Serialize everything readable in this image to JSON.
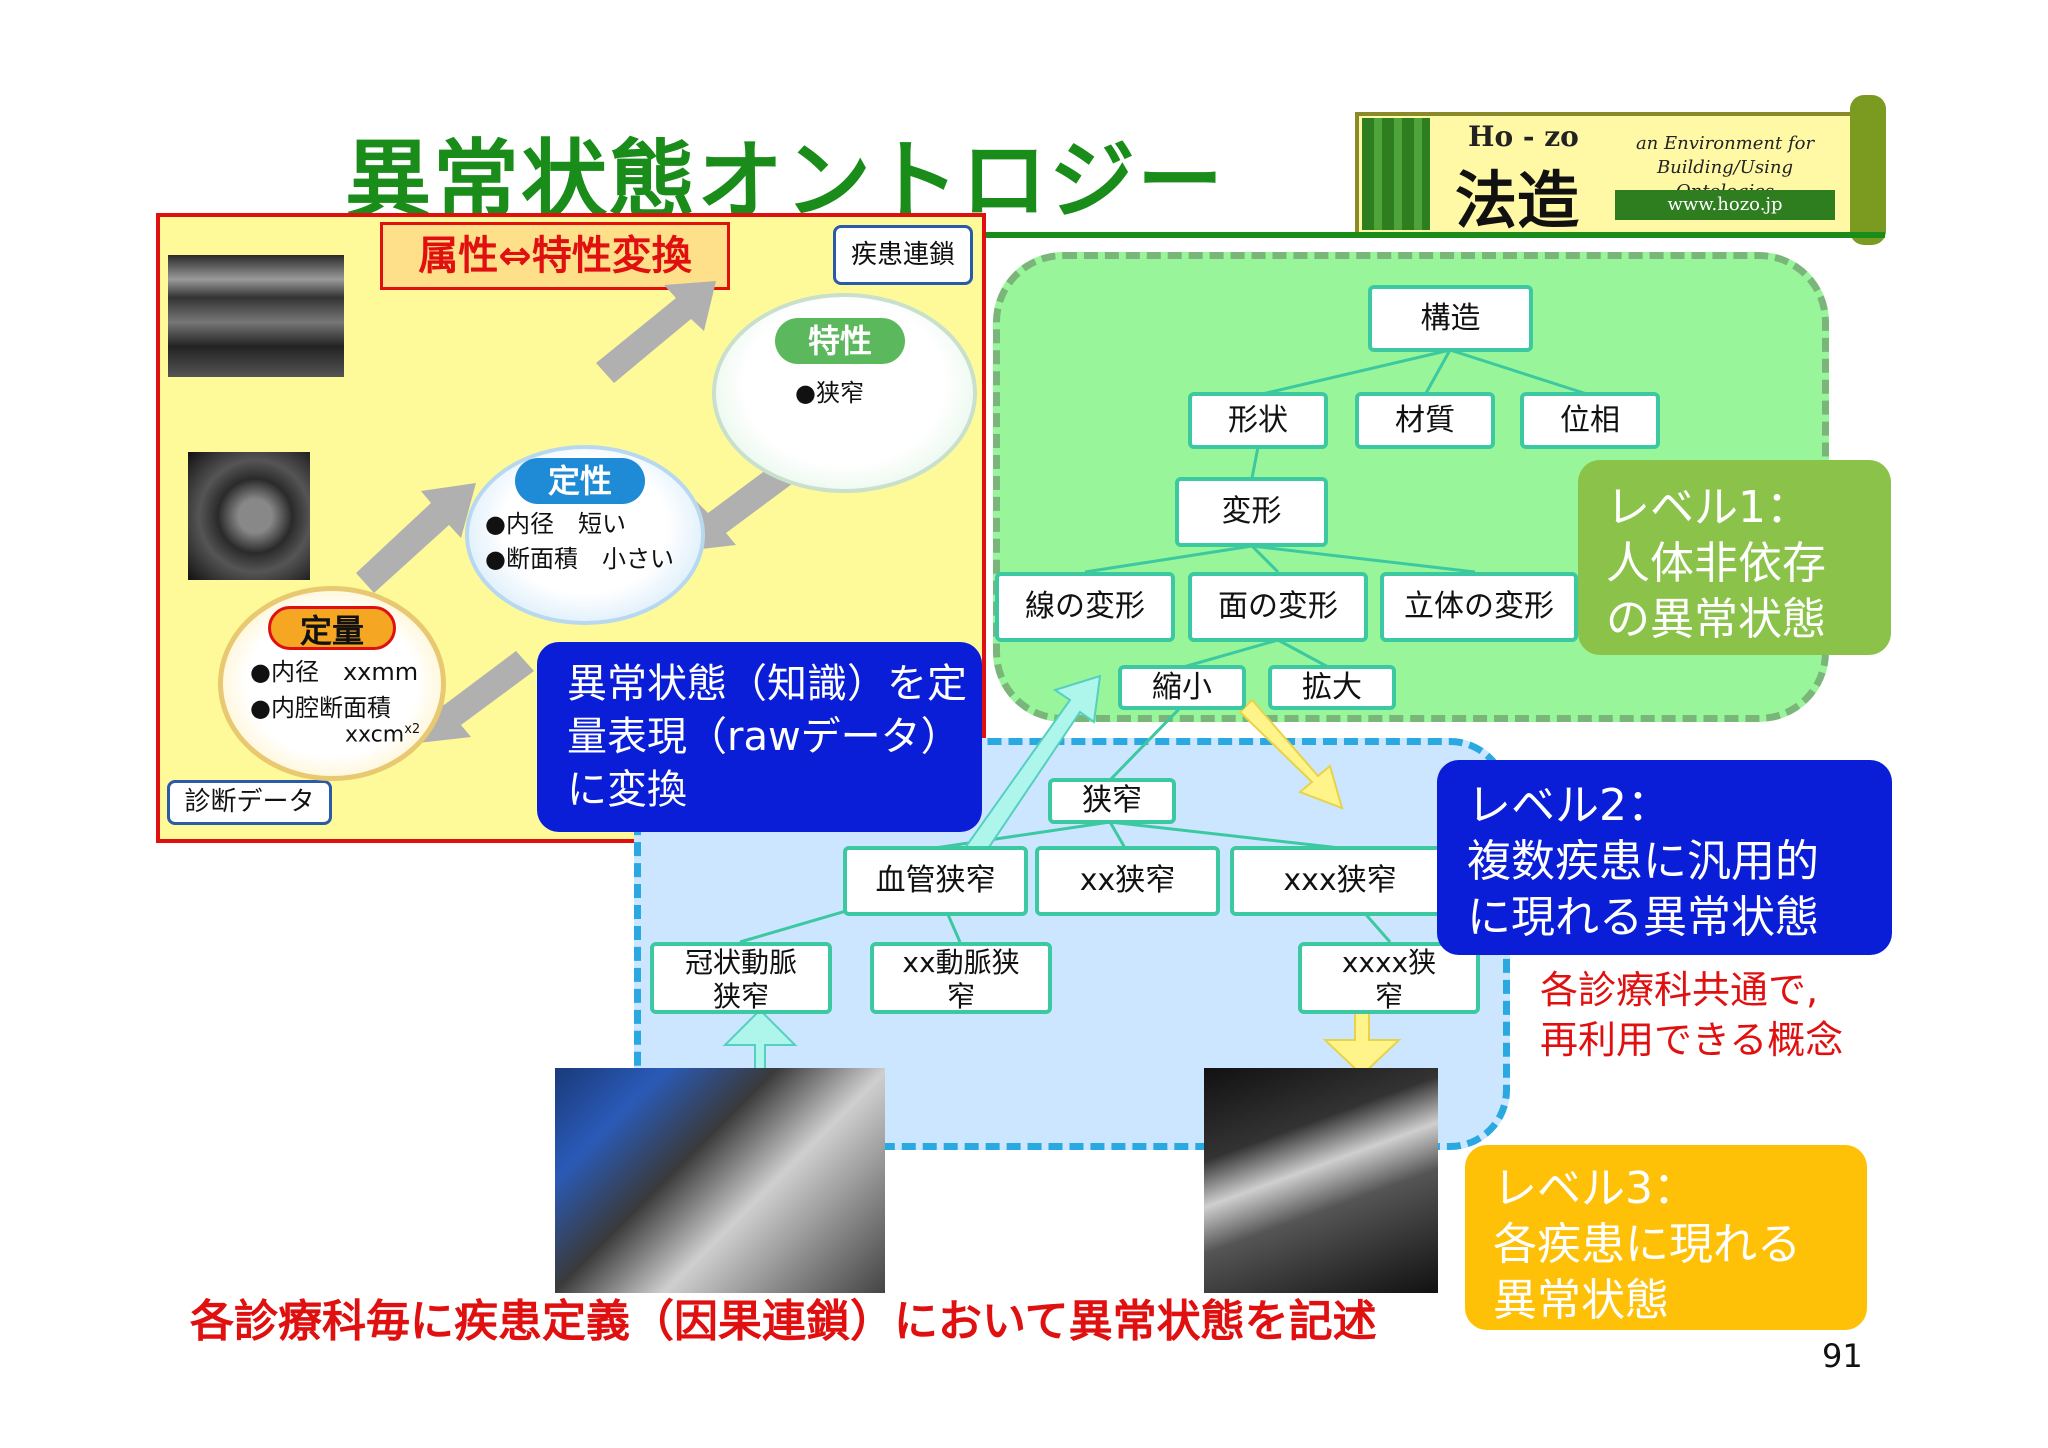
{
  "title": "異常状態オントロジー",
  "logo": {
    "name_roman": "Ho - zo",
    "name_kanji": "法造",
    "tagline_1": "an Environment for",
    "tagline_2": "Building/Using Ontologies",
    "url": "www.hozo.jp"
  },
  "left_panel": {
    "attr_conversion": "属性⇔特性変換",
    "disease_chain_tag": "疾患連鎖",
    "diagnosis_data_tag": "診断データ",
    "characteristic": {
      "label": "特性",
      "items": [
        "●狭窄"
      ]
    },
    "qualitative": {
      "label": "定性",
      "items": [
        "●内径　短い",
        "●断面積　小さい"
      ]
    },
    "quantitative": {
      "label": "定量",
      "items": [
        "●内径　xxmm",
        "●内腔断面積",
        "xxcm",
        "x2"
      ]
    }
  },
  "convert_box": [
    "異常状態（知識）を定",
    "量表現（rawデータ）",
    "に変換"
  ],
  "tree": {
    "level1_nodes": {
      "structure": "構造",
      "shape": "形状",
      "material": "材質",
      "topology": "位相",
      "deformation": "変形",
      "line_deform": "線の変形",
      "surface_deform": "面の変形",
      "solid_deform": "立体の変形",
      "shrink": "縮小",
      "expand": "拡大"
    },
    "level2_nodes": {
      "stenosis": "狭窄",
      "vascular_stenosis": "血管狭窄",
      "xx_stenosis": "xx狭窄",
      "xxx_stenosis": "xxx狭窄"
    },
    "level3_nodes": {
      "coronary": [
        "冠状動脈",
        "狭窄"
      ],
      "xx_artery": [
        "xx動脈狭",
        "窄"
      ],
      "xxxx": [
        "xxxx狭",
        "窄"
      ]
    }
  },
  "levels": {
    "level1": [
      "レベル1：",
      "人体非依存",
      "の異常状態"
    ],
    "level2": [
      "レベル2：",
      "複数疾患に汎用的",
      "に現れる異常状態"
    ],
    "level3": [
      "レベル3：",
      "各疾患に現れる",
      "異常状態"
    ]
  },
  "common_note": [
    "各診療科共通で,",
    "再利用できる概念"
  ],
  "bottom_caption": "各診療科毎に疾患定義（因果連鎖）において異常状態を記述",
  "page_number": "91",
  "colors": {
    "title_green": "#1a8c1a",
    "red": "#e01010",
    "level1_green": "#8bc34a",
    "level2_blue": "#0a1ed8",
    "level3_yellow": "#ffc107",
    "node_border": "#3cc8a0"
  }
}
